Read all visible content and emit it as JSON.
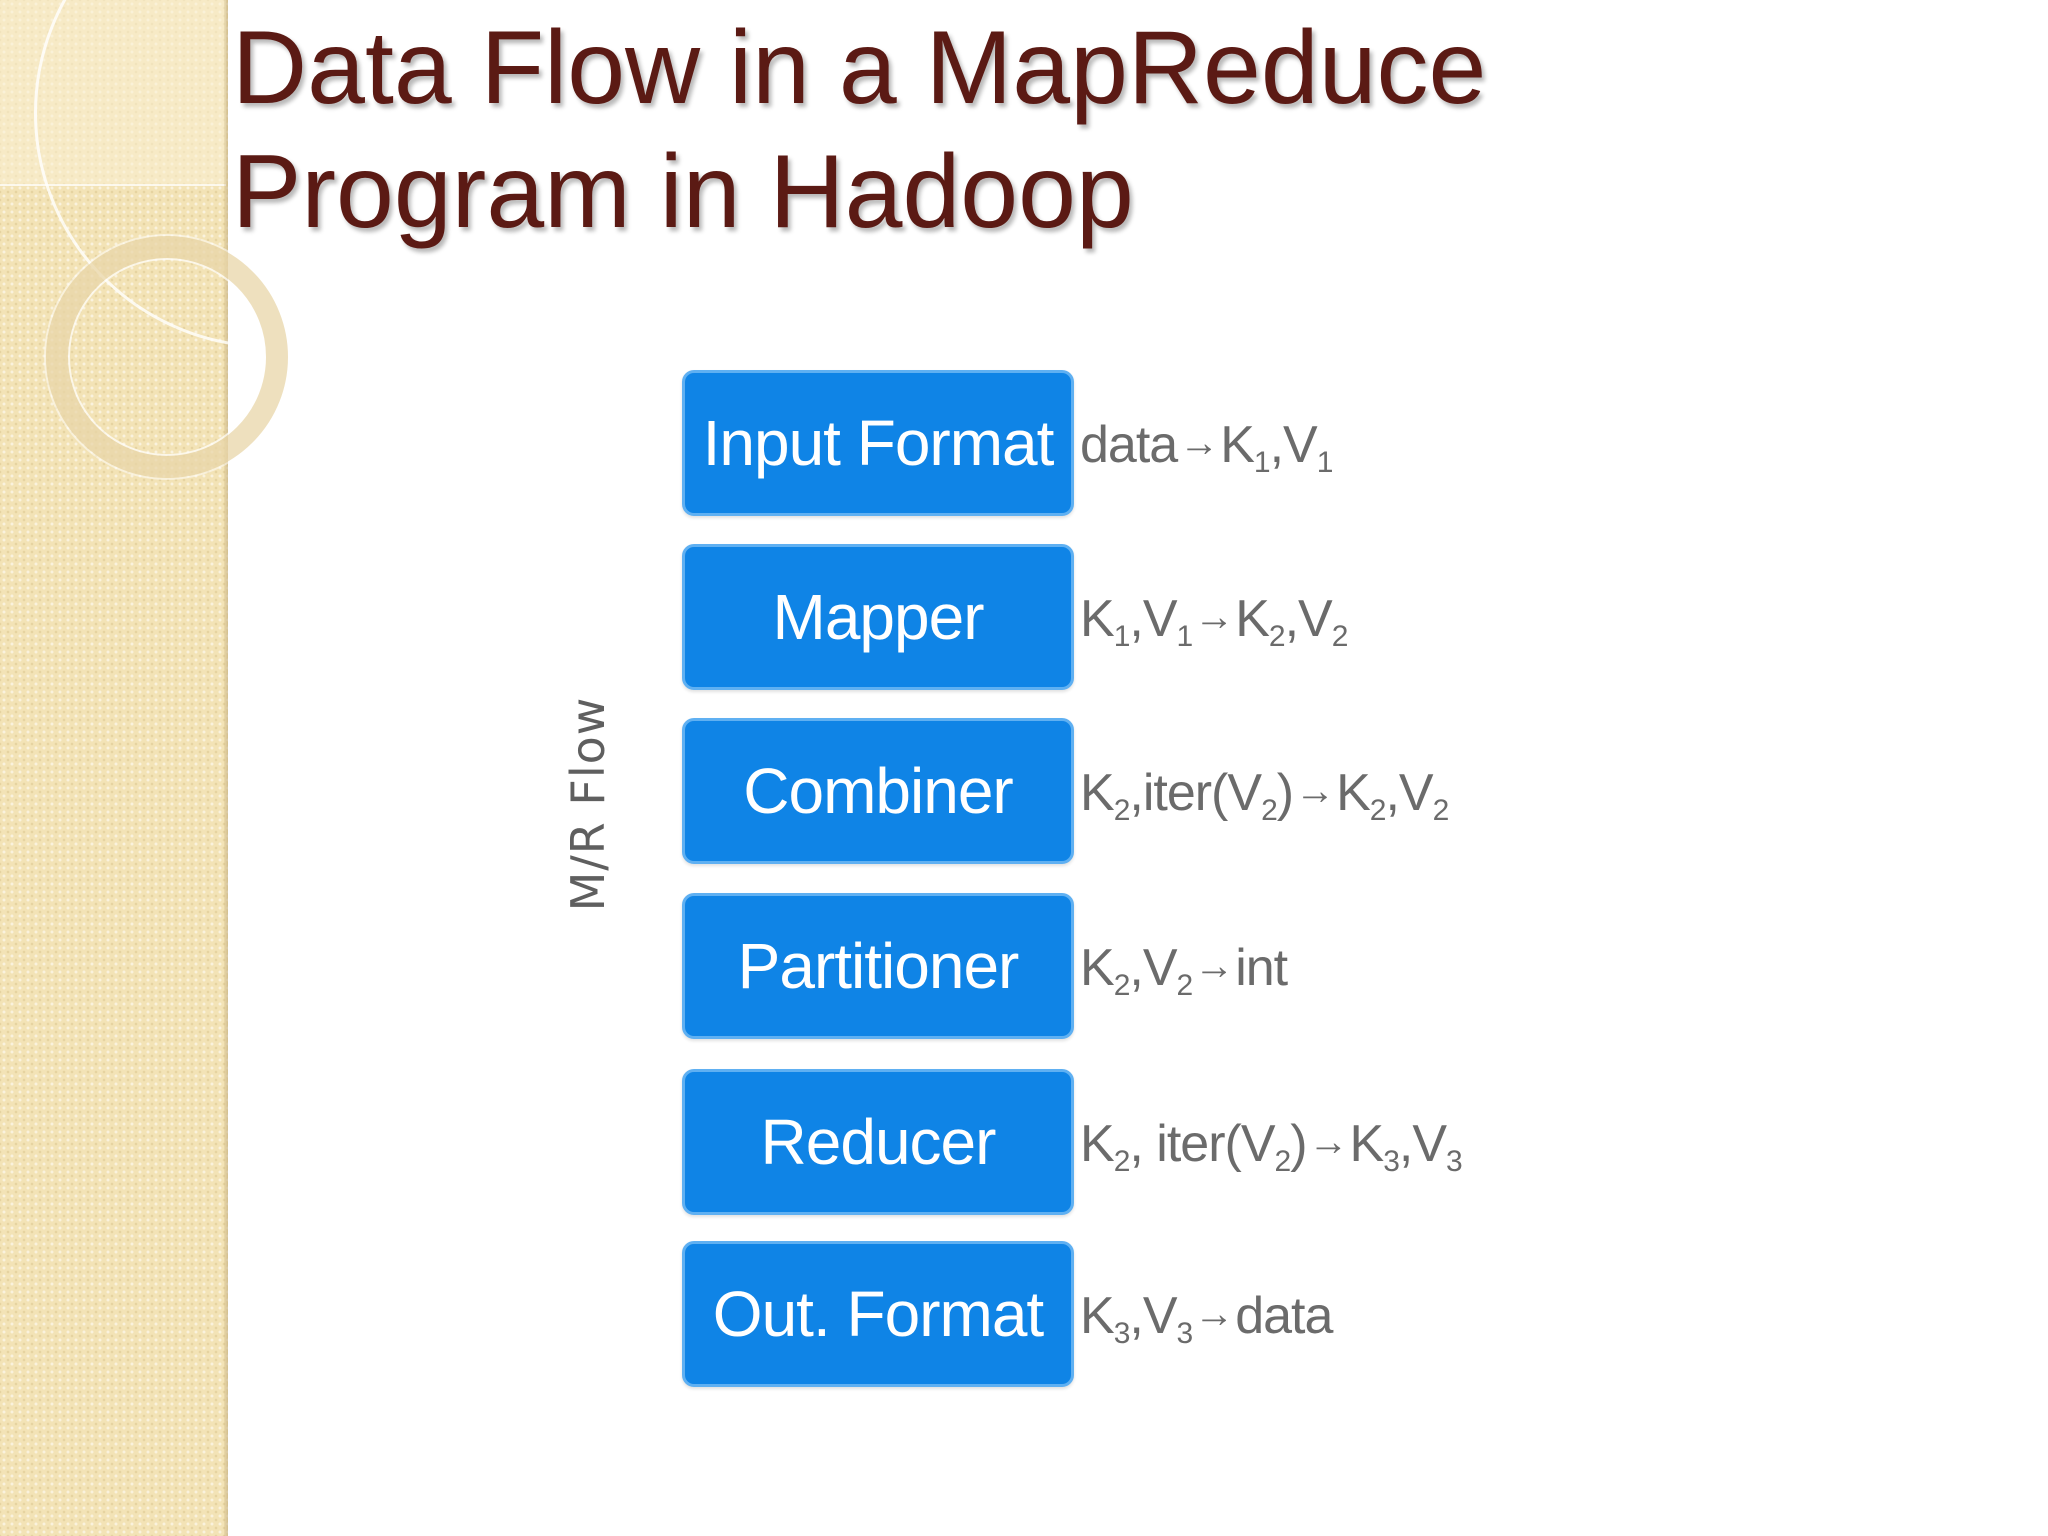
{
  "slide": {
    "title_line1": "Data Flow in a MapReduce",
    "title_line2": "Program in Hadoop",
    "flow_axis_label": "M/R Flow"
  },
  "stages": [
    {
      "name": "Input Format",
      "signature": [
        {
          "t": "data"
        },
        {
          "t": "→",
          "arrow": true
        },
        {
          "t": "K"
        },
        {
          "t": "1",
          "sub": true
        },
        {
          "t": ",V"
        },
        {
          "t": "1",
          "sub": true
        }
      ]
    },
    {
      "name": "Mapper",
      "signature": [
        {
          "t": "K"
        },
        {
          "t": "1",
          "sub": true
        },
        {
          "t": ",V"
        },
        {
          "t": "1",
          "sub": true
        },
        {
          "t": "→",
          "arrow": true
        },
        {
          "t": "K"
        },
        {
          "t": "2",
          "sub": true
        },
        {
          "t": ",V"
        },
        {
          "t": "2",
          "sub": true
        }
      ]
    },
    {
      "name": "Combiner",
      "signature": [
        {
          "t": "K"
        },
        {
          "t": "2",
          "sub": true
        },
        {
          "t": ",iter(V"
        },
        {
          "t": "2",
          "sub": true
        },
        {
          "t": ")"
        },
        {
          "t": "→",
          "arrow": true
        },
        {
          "t": "K"
        },
        {
          "t": "2",
          "sub": true
        },
        {
          "t": ",V"
        },
        {
          "t": "2",
          "sub": true
        }
      ]
    },
    {
      "name": "Partitioner",
      "signature": [
        {
          "t": "K"
        },
        {
          "t": "2",
          "sub": true
        },
        {
          "t": ",V"
        },
        {
          "t": "2",
          "sub": true
        },
        {
          "t": "→",
          "arrow": true
        },
        {
          "t": "int"
        }
      ]
    },
    {
      "name": "Reducer",
      "signature": [
        {
          "t": "K"
        },
        {
          "t": "2",
          "sub": true
        },
        {
          "t": ", iter(V"
        },
        {
          "t": "2",
          "sub": true
        },
        {
          "t": ")"
        },
        {
          "t": "→",
          "arrow": true
        },
        {
          "t": "K"
        },
        {
          "t": "3",
          "sub": true
        },
        {
          "t": ",V"
        },
        {
          "t": "3",
          "sub": true
        }
      ]
    },
    {
      "name": "Out. Format",
      "signature": [
        {
          "t": "K"
        },
        {
          "t": "3",
          "sub": true
        },
        {
          "t": ",V"
        },
        {
          "t": "3",
          "sub": true
        },
        {
          "t": "→",
          "arrow": true
        },
        {
          "t": "data"
        }
      ]
    }
  ],
  "colors": {
    "title": "#5b1a14",
    "stage_fill": "#0f84e6",
    "stage_border": "#5fb0f2",
    "signature_text": "#6b6b6b",
    "side_panel": "#f3e3b6"
  }
}
